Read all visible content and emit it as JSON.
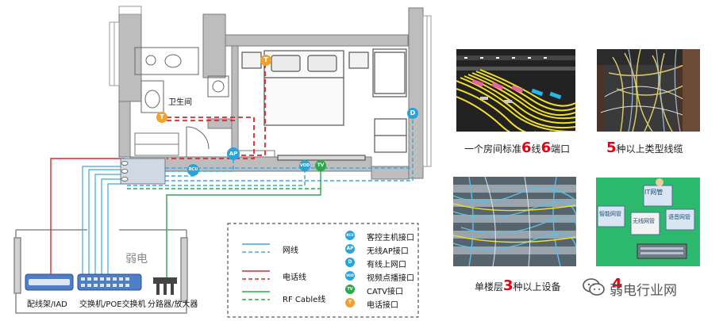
{
  "floorplan": {
    "bathroom_label": "卫生间",
    "weak_room_label": "弱电",
    "outlets": {
      "t_top": "T",
      "t_left": "T",
      "d_right": "D",
      "ap": "AP",
      "rcu": "RCU",
      "vod": "VOD",
      "tv": "TV"
    }
  },
  "equipment": {
    "patch_panel": "配线架/IAD",
    "switch": "交换机/POE交换机",
    "splitter": "分路器/放大器"
  },
  "legend": {
    "lines": [
      {
        "label": "网线",
        "color": "#3ea7dd"
      },
      {
        "label": "电话线",
        "color": "#e0262d"
      },
      {
        "label": "RF Cable线",
        "color": "#2aa84a"
      }
    ],
    "ports": [
      {
        "badge": "RCU",
        "label": "客控主机接口",
        "color": "#29a3d9"
      },
      {
        "badge": "AP",
        "label": "无线AP接口",
        "color": "#29a3d9"
      },
      {
        "badge": "D",
        "label": "有线上网口",
        "color": "#29a3d9"
      },
      {
        "badge": "VOD",
        "label": "视频点播接口",
        "color": "#29a3d9"
      },
      {
        "badge": "TV",
        "label": "CATV接口",
        "color": "#2aa84a"
      },
      {
        "badge": "T",
        "label": "电话接口",
        "color": "#f1a12c"
      }
    ]
  },
  "captions": {
    "c1_pre": "一个房间标准",
    "c1_n1": "6",
    "c1_mid": "线",
    "c1_n2": "6",
    "c1_post": "端口",
    "c2_n": "5",
    "c2_post": "种以上类型线缆",
    "c3_pre": "单楼层",
    "c3_n": "3",
    "c3_post": "种以上设备",
    "c4_n": "4"
  },
  "screen_labels": {
    "top": "IT网管",
    "left": "智能网管",
    "mid": "无线网管",
    "right": "语音网管"
  },
  "watermark": "弱电行业网"
}
